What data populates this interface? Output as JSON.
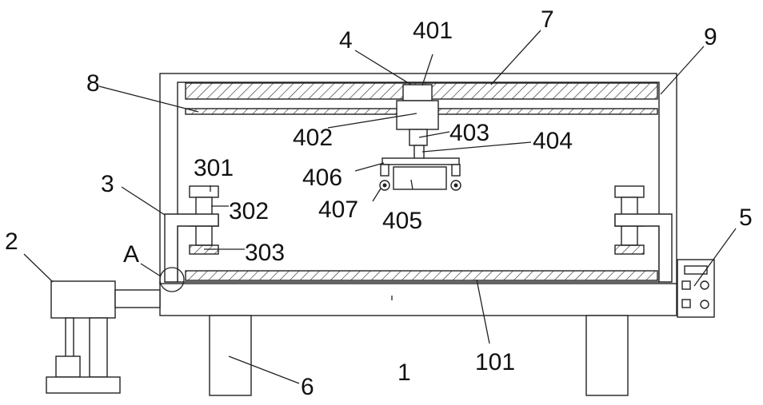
{
  "labels": {
    "l1": "1",
    "l101": "101",
    "l2": "2",
    "l3": "3",
    "l301": "301",
    "l302": "302",
    "l303": "303",
    "l4": "4",
    "l401": "401",
    "l402": "402",
    "l403": "403",
    "l404": "404",
    "l405": "405",
    "l406": "406",
    "l407": "407",
    "l5": "5",
    "l6": "6",
    "l7": "7",
    "l8": "8",
    "l9": "9",
    "lA": "A"
  }
}
